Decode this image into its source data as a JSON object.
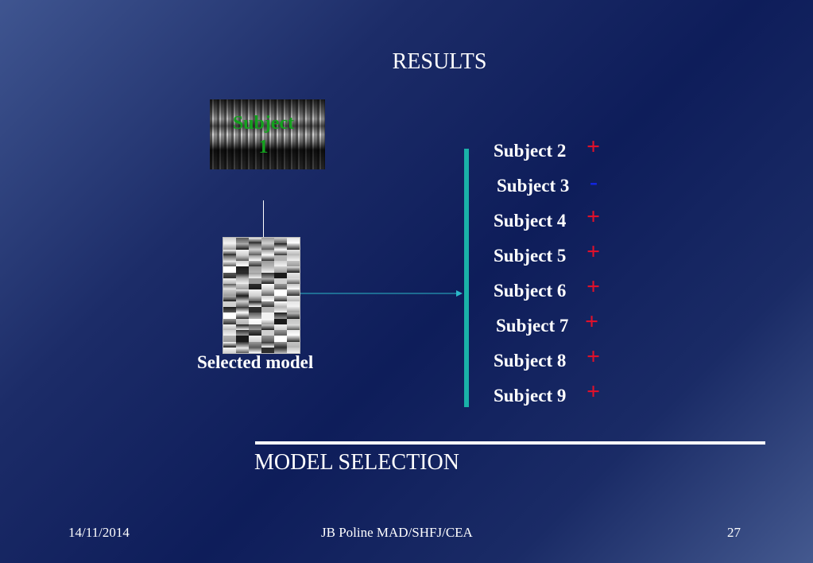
{
  "slide": {
    "title": "RESULTS",
    "subject1_label": [
      "Subject",
      "1"
    ],
    "selected_model_label": "Selected model",
    "subjects": [
      {
        "label": "Subject 2",
        "sign": "+"
      },
      {
        "label": "Subject 3",
        "sign": "-"
      },
      {
        "label": "Subject 4",
        "sign": "+"
      },
      {
        "label": "Subject 5",
        "sign": "+"
      },
      {
        "label": "Subject 6",
        "sign": "+"
      },
      {
        "label": "Subject 7",
        "sign": "+"
      },
      {
        "label": "Subject 8",
        "sign": "+"
      },
      {
        "label": "Subject 9",
        "sign": "+"
      }
    ],
    "section_label": "MODEL SELECTION"
  },
  "footer": {
    "date": "14/11/2014",
    "author": "JB Poline  MAD/SHFJ/CEA",
    "page_number": "27"
  },
  "colors": {
    "subject1_label": "#14a01e",
    "plus": "#e0102a",
    "minus": "#1226e0",
    "separator": "#1ab2a8"
  }
}
